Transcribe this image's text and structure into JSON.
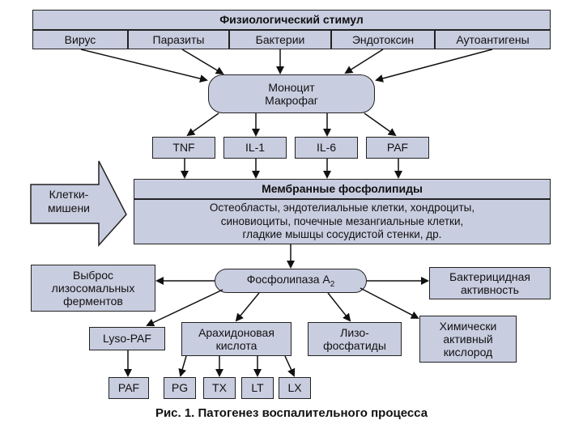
{
  "diagram": {
    "stimulus": "Физиологический стимул",
    "sources": [
      "Вирус",
      "Паразиты",
      "Бактерии",
      "Эндотоксин",
      "Аутоантигены"
    ],
    "monocyte": "Моноцит\nМакрофаг",
    "cytokines": [
      "TNF",
      "IL-1",
      "IL-6",
      "PAF"
    ],
    "target_cells": "Клетки-\nмишени",
    "membrane_title": "Мембранные фосфолипиды",
    "membrane_body": "Остеобласты, эндотелиальные клетки, хондроциты,\nсиновиоциты, почечные мезангиальные клетки,\nгладкие мышцы сосудистой стенки, др.",
    "phospholipase": "Фосфолипаза А",
    "phospholipase_sub": "2",
    "lysosomal": "Выброс\nлизосомальных\nферментов",
    "bactericidal": "Бактерицидная\nактивность",
    "lyso_paf": "Lyso-PAF",
    "arachidonic": "Арахидоновая\nкислота",
    "lysophosphatides": "Лизо-\nфосфатиды",
    "reactive_oxygen": "Химически\nактивный\nкислород",
    "paf": "PAF",
    "mediators": [
      "PG",
      "TX",
      "LT",
      "LX"
    ]
  },
  "caption": "Рис. 1. Патогенез воспалительного процесса",
  "colors": {
    "box_fill": "#c9cde0",
    "stroke": "#222222",
    "arrow_fill": "#c9cde0"
  }
}
